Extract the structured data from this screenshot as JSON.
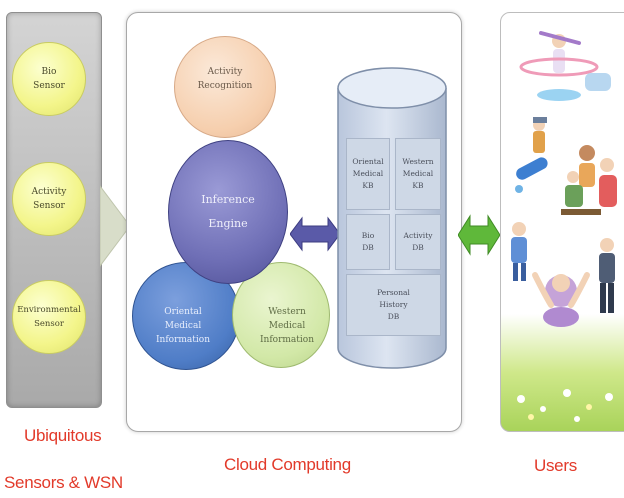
{
  "sensors": {
    "bio": "Bio\nSensor",
    "activity": "Activity\nSensor",
    "environmental": "Environmental\nSensor"
  },
  "cloud": {
    "activity_recognition": "Activity\nRecognition",
    "inference_engine": "Inference\nEngine",
    "eastern_medical": "Oriental\nMedical\nInformation",
    "western_medical": "Western\nMedical\nInformation",
    "db": {
      "eastern_kb": "Oriental\nMedical\nKB",
      "western_kb": "Western\nMedical\nKB",
      "bio_db": "Bio\nDB",
      "activity_db": "Activity\nDB",
      "personal_db": "Personal\nHistory\nDB"
    }
  },
  "captions": {
    "ubiquitous": "Ubiquitous",
    "sensors_wsn": "Sensors & WSN",
    "cloud": "Cloud Computing",
    "users": "Users"
  },
  "colors": {
    "caption_red": "#e23a2a",
    "sensor_yellow": "#f3f58a",
    "inference_purple": "#6f6fb6",
    "eastern_blue": "#4f7dc7",
    "western_green": "#d2e8a7",
    "activity_peach": "#f6cfae",
    "db_blue": "#c7d3e6",
    "arrow_green": "#5fb83a"
  }
}
